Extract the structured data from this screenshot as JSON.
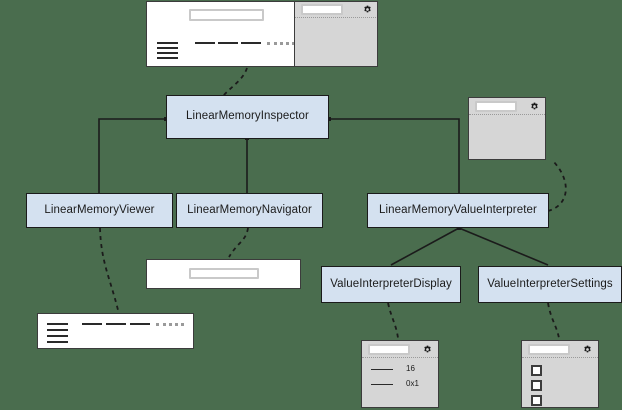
{
  "diagram": {
    "title": "Linear Memory Inspector component diagram",
    "background_color": "#4a6d4e",
    "node_fill": "#d4e1f0",
    "node_stroke": "#1b1b1b",
    "nodes": [
      {
        "id": "inspector",
        "label": "LinearMemoryInspector"
      },
      {
        "id": "viewer",
        "label": "LinearMemoryViewer"
      },
      {
        "id": "navigator",
        "label": "LinearMemoryNavigator"
      },
      {
        "id": "value_interpreter",
        "label": "LinearMemoryValueInterpreter"
      },
      {
        "id": "vi_display",
        "label": "ValueInterpreterDisplay"
      },
      {
        "id": "vi_settings",
        "label": "ValueInterpreterSettings"
      }
    ]
  },
  "mockups": {
    "inspector_overview": {
      "name": "inspector-overview-mockup",
      "gear_icon": "gear-icon"
    },
    "inspector_panel": {
      "name": "inspector-panel-mockup",
      "gear_icon": "gear-icon"
    },
    "value_interpreter_panel": {
      "name": "value-interpreter-panel-mockup",
      "gear_icon": "gear-icon"
    },
    "navigator_mockup": {
      "name": "navigator-mockup"
    },
    "viewer_mockup": {
      "name": "viewer-mockup"
    },
    "display_mockup": {
      "name": "value-interpreter-display-mockup",
      "gear_icon": "gear-icon",
      "rows": [
        {
          "value": "16"
        },
        {
          "value": "0x1"
        }
      ]
    },
    "settings_mockup": {
      "name": "value-interpreter-settings-mockup",
      "gear_icon": "gear-icon",
      "checkbox_count": 3
    }
  }
}
